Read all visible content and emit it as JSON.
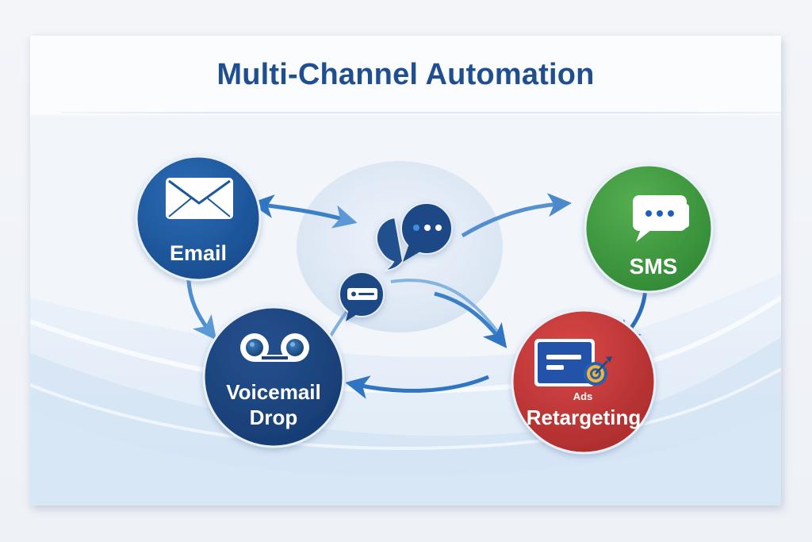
{
  "title": "Multi-Channel Automation",
  "colors": {
    "title": "#1f4f8f",
    "email": "#1d58a0",
    "sms": "#3f9a3e",
    "voicemail": "#1d437e",
    "ads": "#c93a3a",
    "arrow": "#2f75c4",
    "hub": "#dbe6f3"
  },
  "nodes": {
    "email": {
      "label": "Email",
      "icon": "envelope-icon"
    },
    "sms": {
      "label": "SMS",
      "icon": "chat-bubbles-icon"
    },
    "voicemail": {
      "label_line1": "Voicemail",
      "label_line2": "Drop",
      "icon": "voicemail-icon"
    },
    "ads": {
      "sublabel": "Ads",
      "label": "Retargeting",
      "icon": "ad-target-icon"
    }
  },
  "hub": {
    "icons": [
      "conversation-bubbles-icon",
      "message-bubble-icon"
    ]
  },
  "connections": [
    {
      "from": "email",
      "to": "hub",
      "direction": "bidirectional"
    },
    {
      "from": "hub",
      "to": "sms",
      "direction": "forward"
    },
    {
      "from": "email",
      "to": "voicemail",
      "direction": "forward"
    },
    {
      "from": "sms",
      "to": "ads",
      "direction": "forward"
    },
    {
      "from": "ads",
      "to": "voicemail",
      "direction": "forward"
    },
    {
      "from": "hub",
      "to": "ads",
      "direction": "forward"
    },
    {
      "from": "voicemail",
      "to": "hub",
      "direction": "forward"
    }
  ]
}
